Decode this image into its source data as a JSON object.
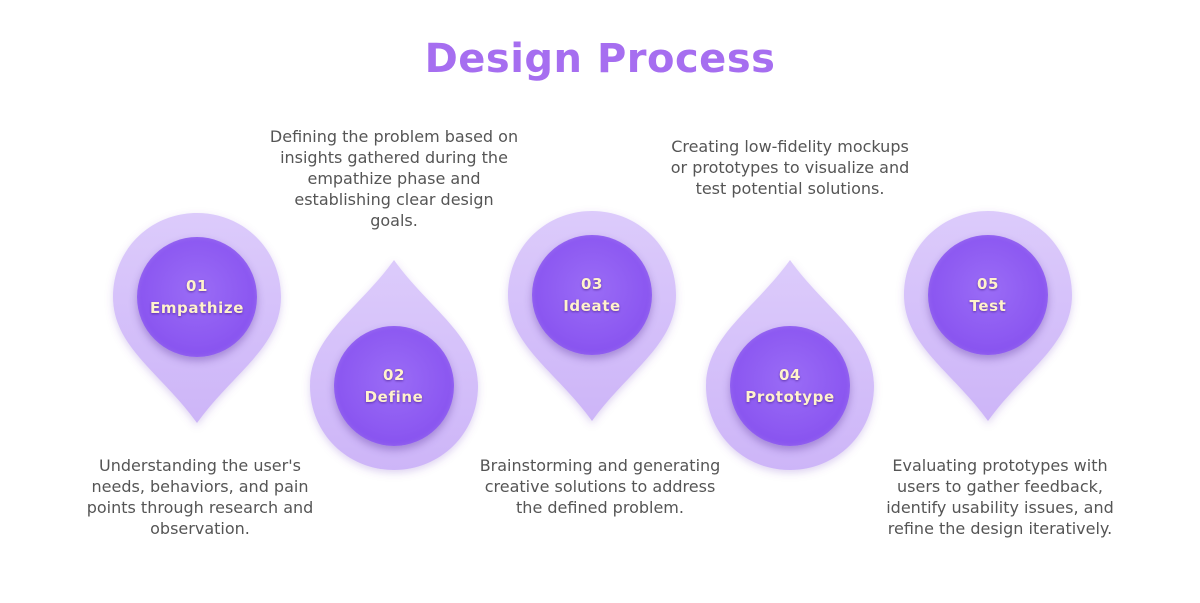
{
  "title": "Design Process",
  "colors": {
    "title": "#a66ef0",
    "outer_shape": "#d5c1fa",
    "inner_circle": "#8c58f1",
    "step_text": "#fff2cc",
    "description_text": "#555555"
  },
  "steps": [
    {
      "number": "01",
      "label": "Empathize",
      "description": "Understanding the user's needs, behaviors, and pain points through research and observation."
    },
    {
      "number": "02",
      "label": "Define",
      "description": "Defining the problem based on insights gathered during the empathize phase and establishing clear design goals."
    },
    {
      "number": "03",
      "label": "Ideate",
      "description": "Brainstorming and generating creative solutions to address the defined problem."
    },
    {
      "number": "04",
      "label": "Prototype",
      "description": "Creating low-fidelity mockups or prototypes to visualize and test potential solutions."
    },
    {
      "number": "05",
      "label": "Test",
      "description": "Evaluating prototypes with users to gather feedback, identify usability issues, and refine the design iteratively."
    }
  ]
}
